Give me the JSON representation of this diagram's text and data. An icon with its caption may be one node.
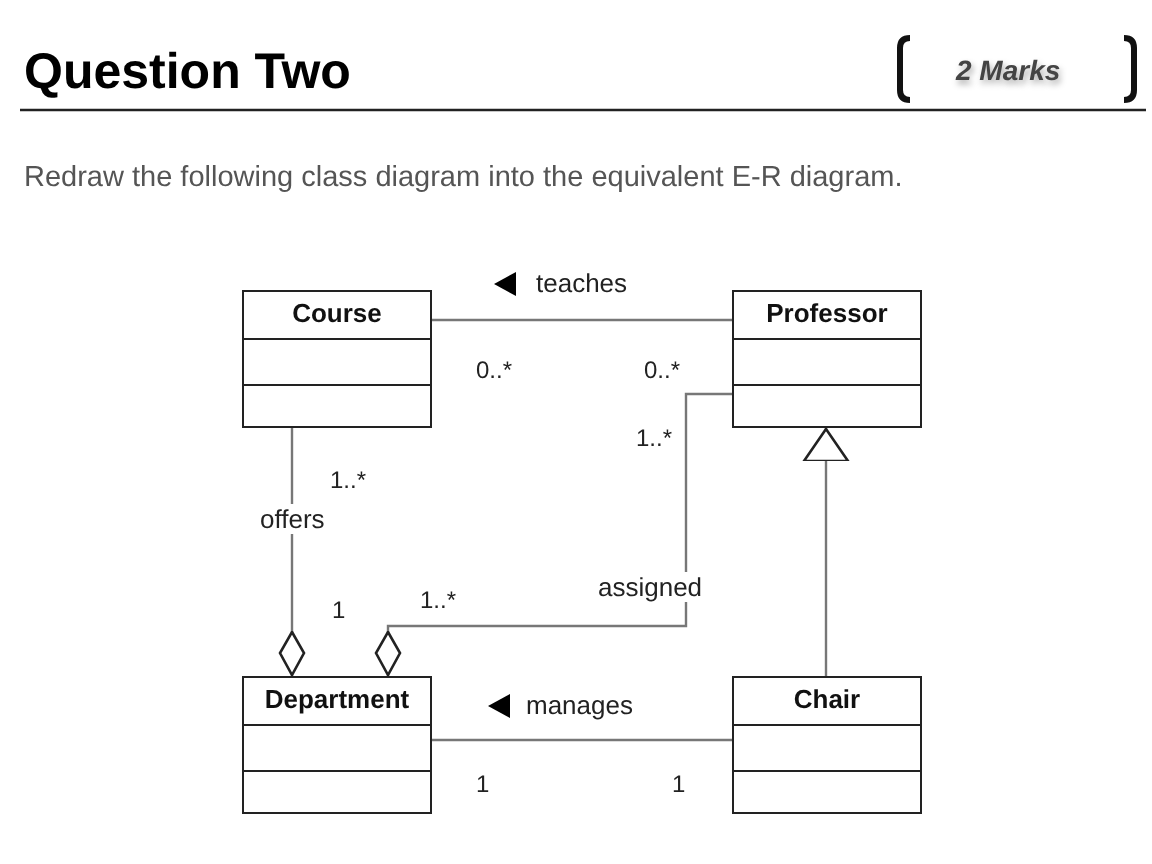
{
  "diagram": {
    "title": "Question Two",
    "nodes": [
      {
        "text": [
          "Course"
        ]
      },
      {
        "text": [
          "Professor"
        ]
      },
      {
        "text": [
          "Department"
        ]
      },
      {
        "text": [
          "Chair"
        ]
      }
    ],
    "edges": [
      {
        "from": 0,
        "to": 1,
        "arrow": "none",
        "label": "teaches"
      },
      {
        "from": 0,
        "to": 2,
        "arrow": "other",
        "label": "offers"
      },
      {
        "from": 1,
        "to": 2,
        "arrow": "other",
        "label": "assigned"
      },
      {
        "from": 3,
        "to": 1,
        "arrow": "to"
      },
      {
        "from": 2,
        "to": 3,
        "arrow": "none",
        "label": "manages"
      }
    ],
    "labels": [
      "2 Marks",
      "Redraw the following class diagram into the equivalent E-R diagram.",
      "0..*",
      "0..*",
      "1..*",
      "1..*",
      "1",
      "1..*",
      "1",
      "1"
    ]
  }
}
